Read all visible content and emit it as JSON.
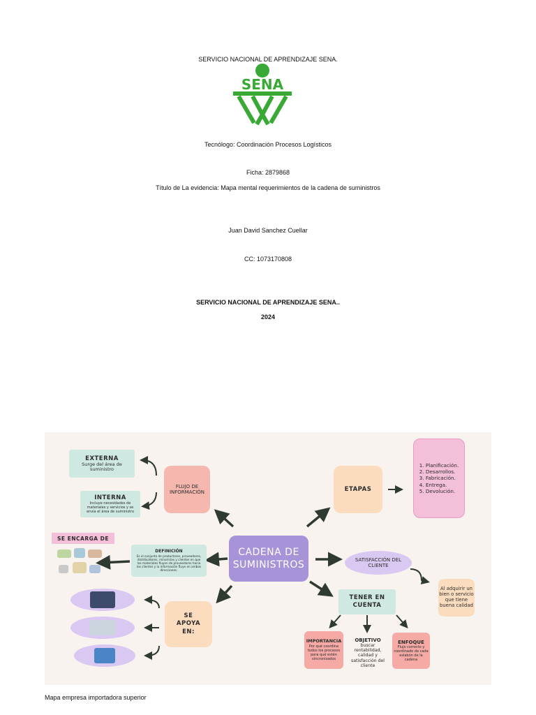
{
  "cover": {
    "institution": "SERVICIO NACIONAL DE APRENDIZAJE SENA.",
    "logo_text": "SENA",
    "program": "Tecnólogo: Coordinación Procesos Logísticos",
    "ficha": "Ficha: 2879868",
    "evidence_title": "Título de La evidencia: Mapa mental requerimientos de la cadena de suministros",
    "author": "Juan David Sanchez Cuellar",
    "cc": "CC: 1073170808",
    "institution_bold": "SERVICIO NACIONAL DE APRENDIZAJE SENA..",
    "year": "2024"
  },
  "mindmap": {
    "center": "CADENA DE SUMINISTROS",
    "flujo": "FLUJO DE INFORMACIÓN",
    "externa_title": "EXTERNA",
    "externa_body": "Surge del área de suministro",
    "interna_title": "INTERNA",
    "interna_body": "Incluye necesidades de materiales y servicios y se envía el área de suministro",
    "etapas": "ETAPAS",
    "etapas_list": [
      "1. Planificación.",
      "2. Desarrollos.",
      "3. Fabricación.",
      "4. Entrega.",
      "5. Devolución."
    ],
    "se_encarga": "SE ENCARGA DE",
    "definicion_title": "DEFINICIÓN",
    "definicion_body": "Es el conjunto de productores, proveedores, distribuidores, minoristas y clientes en que los materiales fluyen de proveedores hacia los clientes y la información fluye en ambas direcciones.",
    "satisfaccion": "SATISFACCIÓN DEL CLIENTE",
    "al_adquirir": "Al adquirir un bien o servicio que tiene buena calidad",
    "tener_en_cuenta": "TENER EN CUENTA",
    "importancia_title": "IMPORTANCIA",
    "importancia_body": "Por qué coordina todos los procesos para qué estén sincronizados",
    "objetivo_title": "OBJETIVO",
    "objetivo_body": "buscar rentabilidad, calidad y satisfacción del cliente",
    "enfoque_title": "ENFOQUE",
    "enfoque_body": "Flujo correcto y coordinado de cada eslabón de la cadena",
    "se_apoya": "SE APOYA EN:"
  },
  "caption": "Mapa empresa importadora superior",
  "colors": {
    "sena_green": "#39a935",
    "map_background": "#f8f3ef",
    "arrow": "#2f3a33"
  },
  "icons": [
    "sena-logo",
    "arrow-icon",
    "image-thumbnail"
  ]
}
